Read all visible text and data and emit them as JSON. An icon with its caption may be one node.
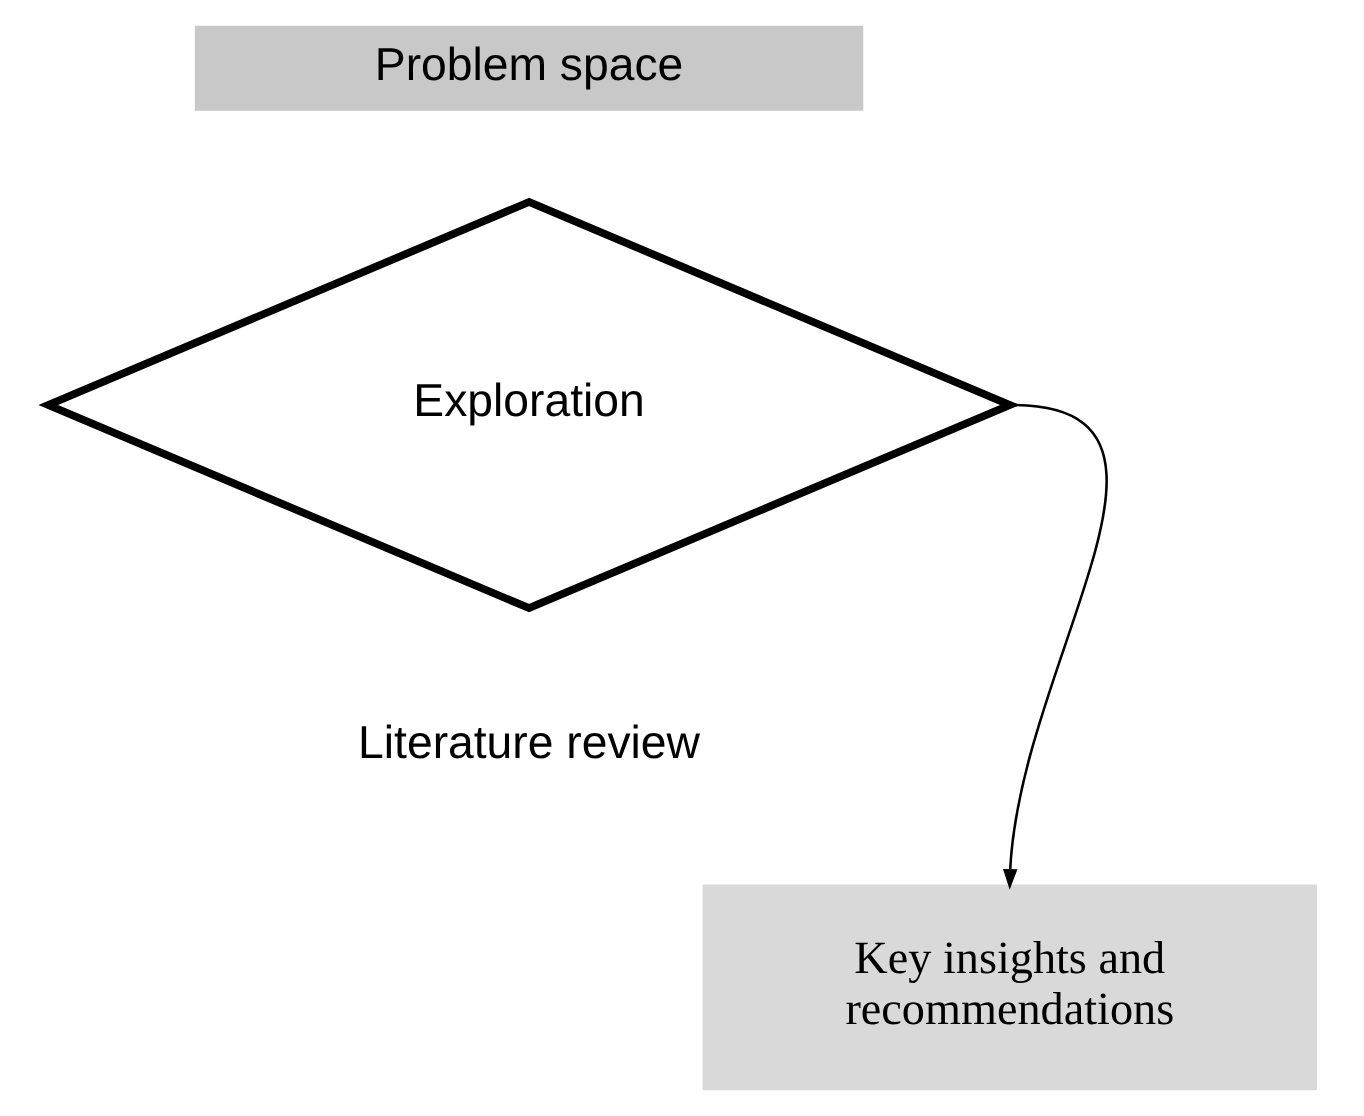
{
  "diagram": {
    "nodes": [
      {
        "text": [
          "Problem space"
        ]
      },
      {
        "text": [
          "Exploration"
        ]
      },
      {
        "text": [
          "Key insights and recommendations"
        ]
      }
    ],
    "edges": [
      {
        "from": 1,
        "to": 2,
        "arrow": "to"
      }
    ],
    "labels": [
      "Literature review"
    ]
  }
}
